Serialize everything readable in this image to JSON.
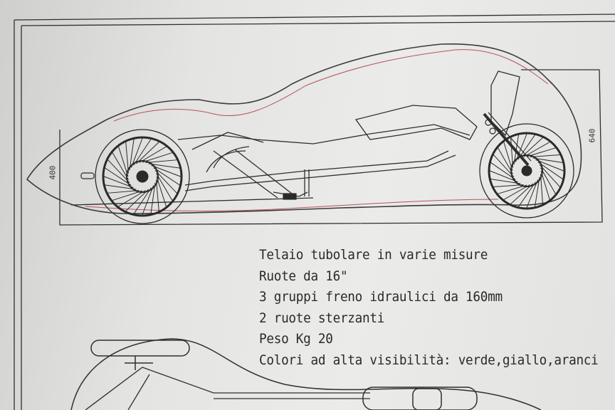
{
  "notes": [
    "Telaio tubolare  in varie misure",
    "Ruote da 16\"",
    "3 gruppi freno idraulici da 160mm",
    "2 ruote sterzanti",
    "Peso Kg 20",
    "Colori ad alta visibilità: verde,giallo,aranci"
  ],
  "dimensions": {
    "height_left": "400",
    "height_right": "640"
  },
  "colors": {
    "paper": "#e6e6e4",
    "ink": "#2a2a2a",
    "red_thread": "#b5525a"
  }
}
